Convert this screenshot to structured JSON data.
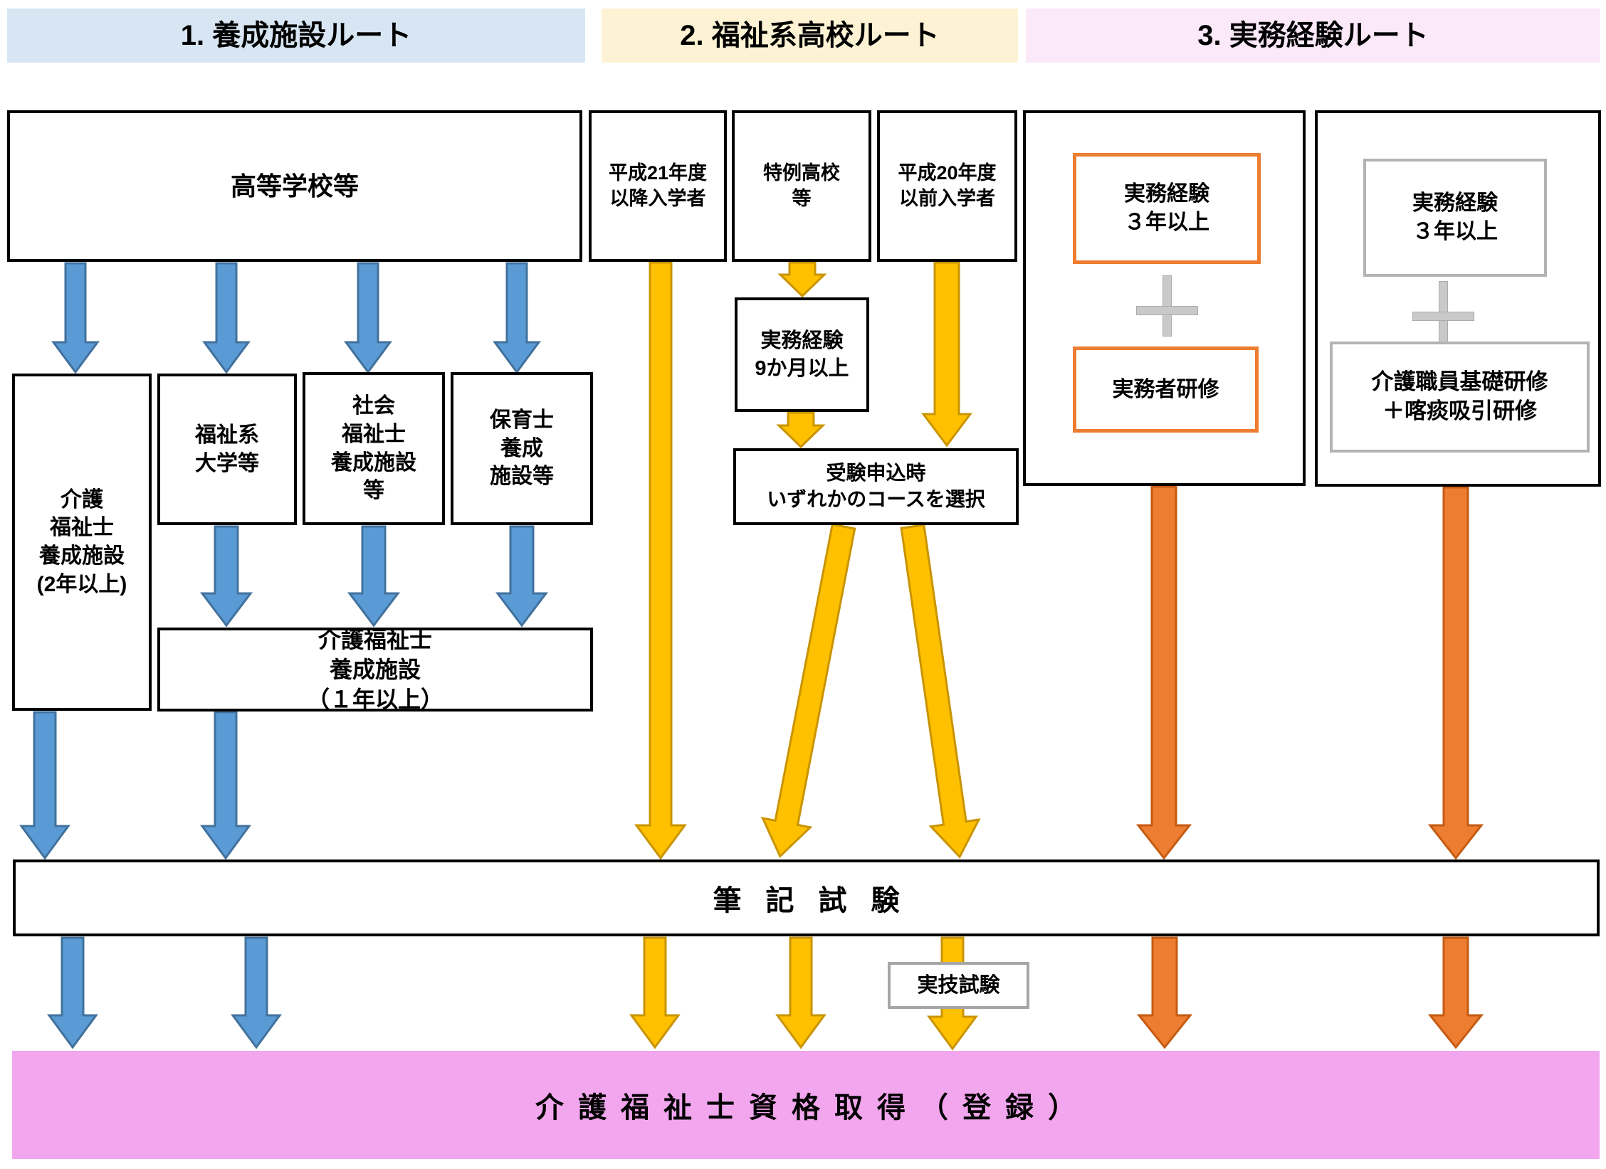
{
  "colors": {
    "route1_header_bg": "#d8e6f3",
    "route2_header_bg": "#fdf3d4",
    "route3_header_bg": "#fbe9f9",
    "result_bar_bg": "#f2a6ee",
    "blue_arrow": "#5b9bd5",
    "blue_arrow_border": "#41719c",
    "yellow_arrow": "#ffc000",
    "yellow_arrow_border": "#c99400",
    "orange_arrow": "#ed7d31",
    "orange_arrow_border": "#c55a11",
    "orange_box_border": "#ed7d31",
    "gray_box_border": "#b3b3b3",
    "plus_sign": "#c9c9c9",
    "box_border": "#000000"
  },
  "headers": {
    "route1": "1. 養成施設ルート",
    "route2": "2. 福祉系高校ルート",
    "route3": "3. 実務経験ルート"
  },
  "route1": {
    "high_school": "高等学校等",
    "kaigo_2yr": "介護\n福祉士\n養成施設\n(2年以上)",
    "fukushi_univ": "福祉系\n大学等",
    "shakai_fukushi": "社会\n福祉士\n養成施設\n等",
    "hoiku": "保育士\n養成\n施設等",
    "kaigo_1yr": "介護福祉士\n養成施設\n（１年以上）"
  },
  "route2": {
    "h21_after": "平成21年度\n以降入学者",
    "tokurei_koko": "特例高校\n等",
    "h20_before": "平成20年度\n以前入学者",
    "jitsumu_9mo": "実務経験\n9か月以上",
    "course_select": "受験申込時\nいずれかのコースを選択"
  },
  "route3": {
    "jitsumu_3yr_a": "実務経験\n３年以上",
    "jitsumusha_kenshu": "実務者研修",
    "jitsumu_3yr_b": "実務経験\n３年以上",
    "kiso_kenshu": "介護職員基礎研修\n＋喀痰吸引研修"
  },
  "exams": {
    "written": "筆記試験",
    "practical": "実技試験"
  },
  "result": "介護福祉士資格取得（登録）"
}
